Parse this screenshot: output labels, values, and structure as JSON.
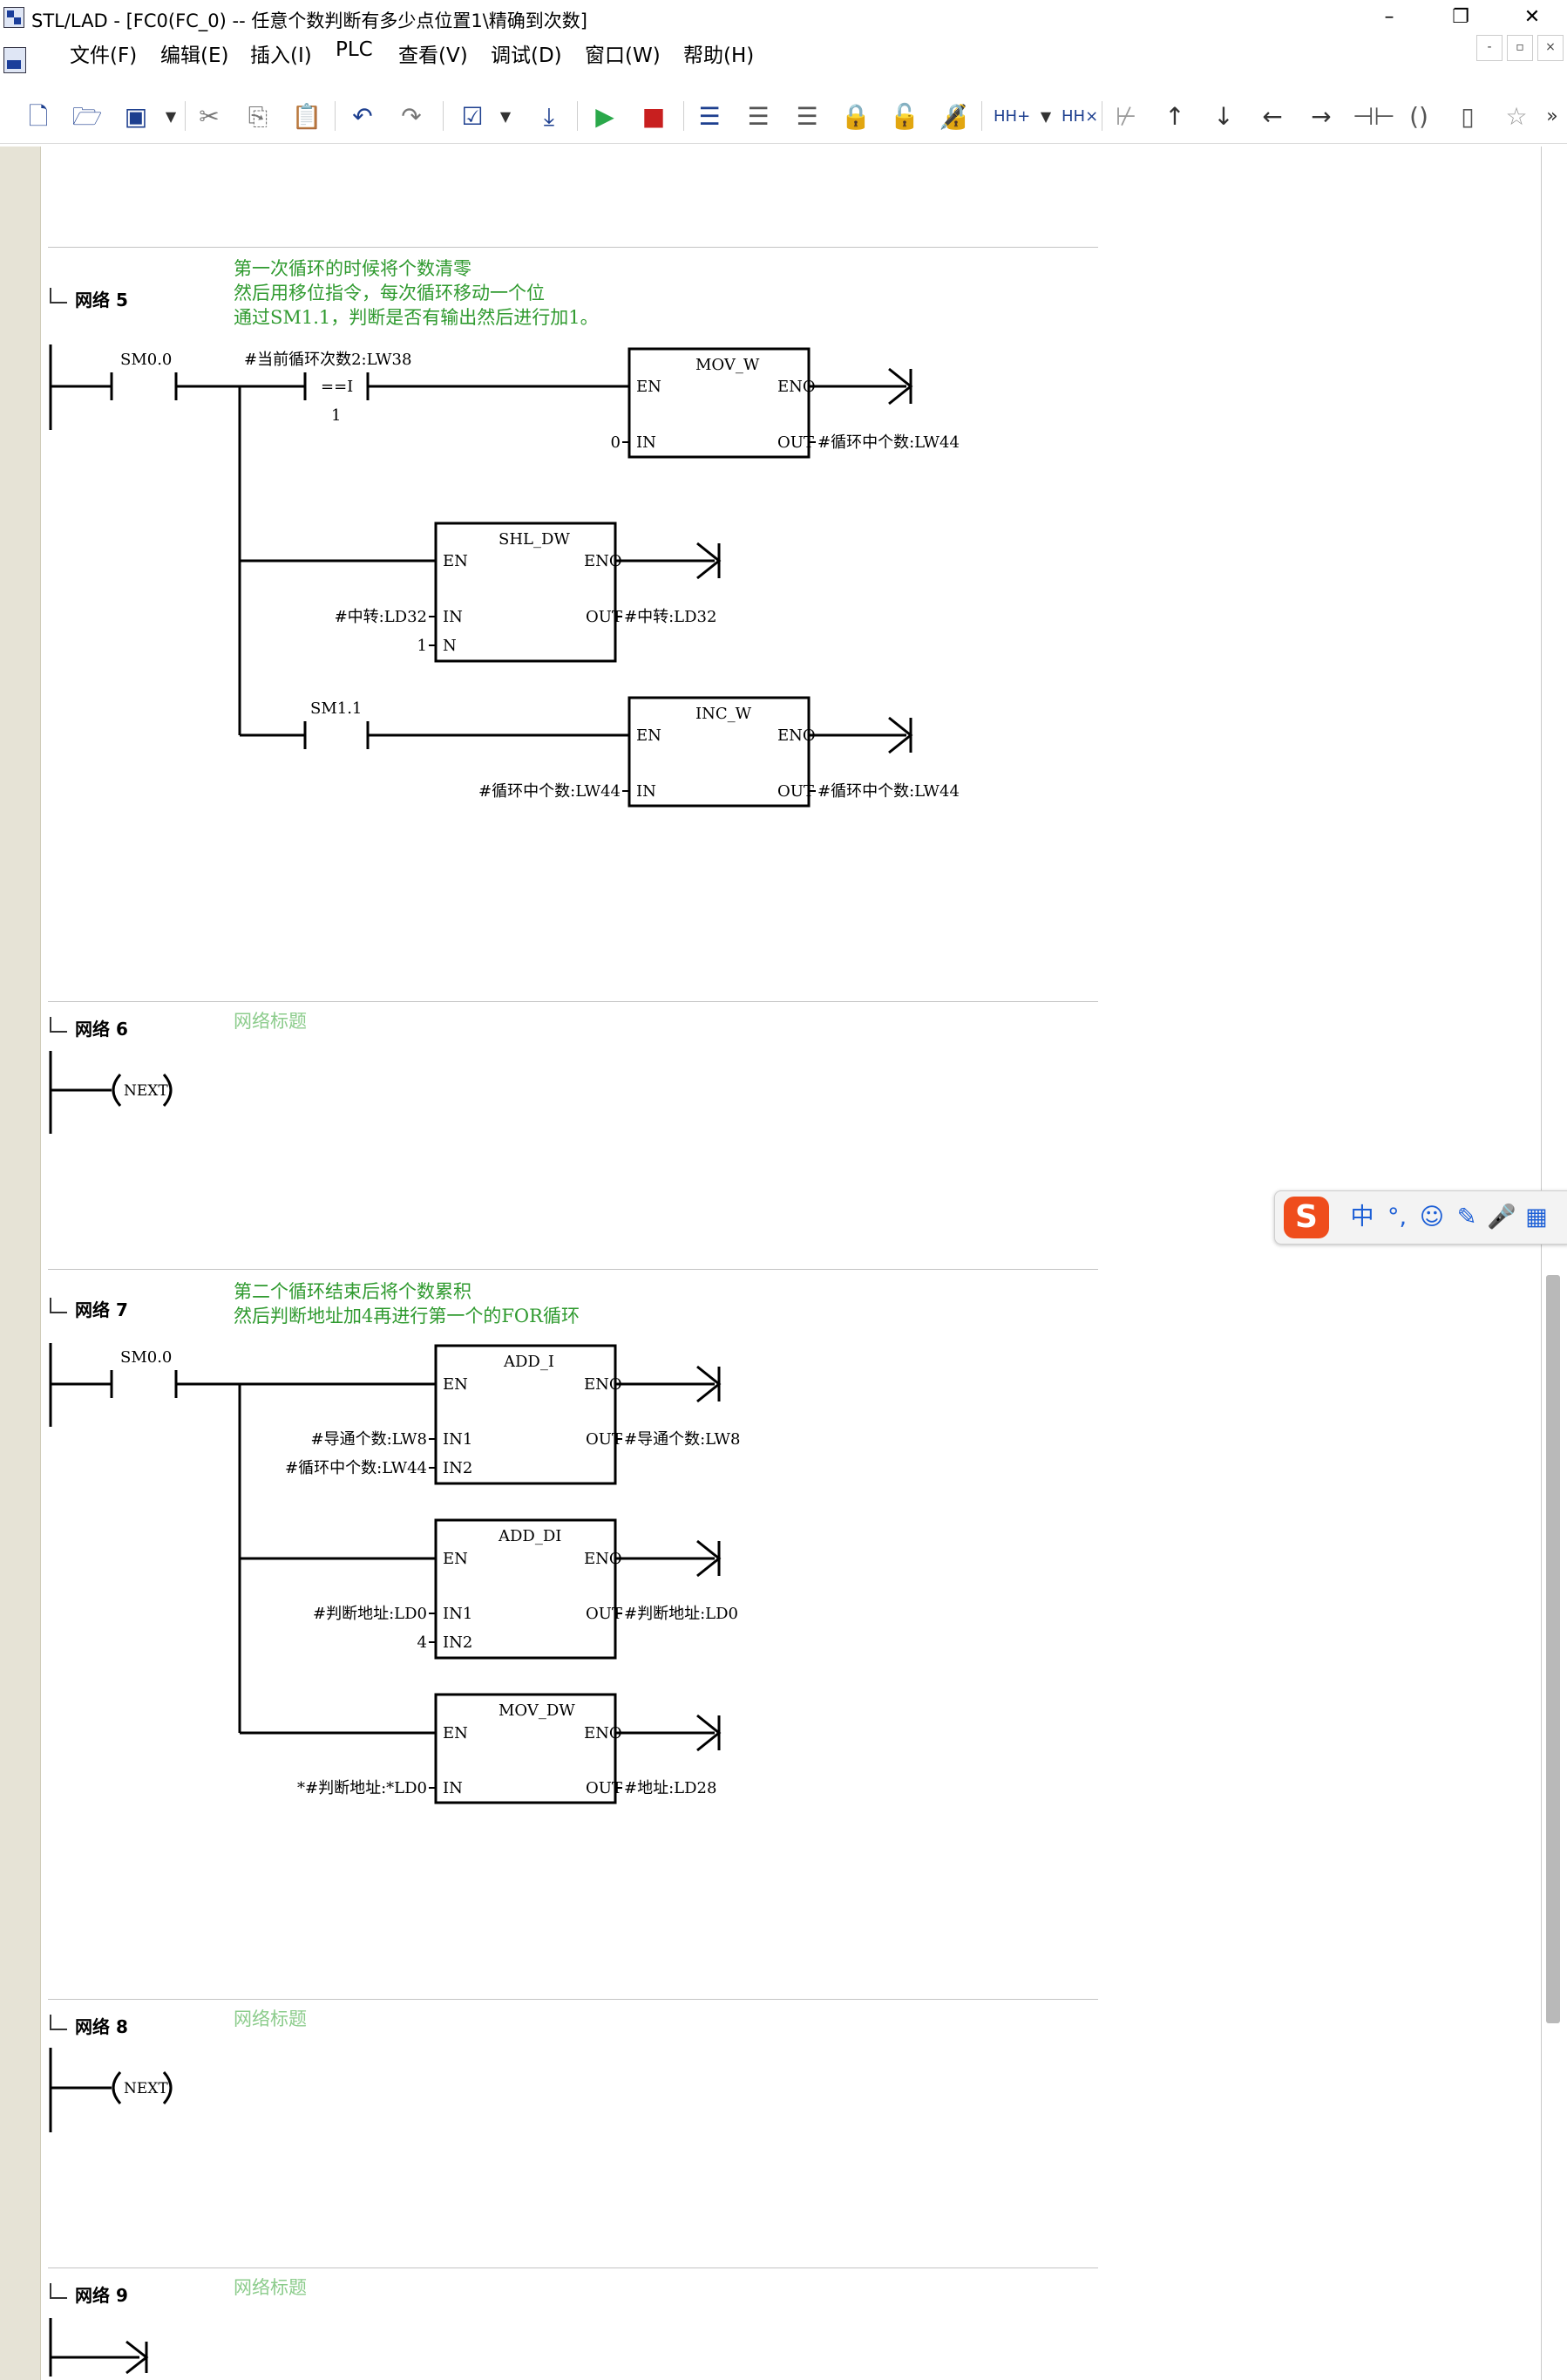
{
  "window": {
    "title": "STL/LAD - [FC0(FC_0) -- 任意个数判断有多少点位置1\\精确到次数]",
    "controls": {
      "minimize": "–",
      "restore": "❐",
      "close": "✕"
    }
  },
  "menu": {
    "items": [
      "文件(F)",
      "编辑(E)",
      "插入(I)",
      "PLC",
      "查看(V)",
      "调试(D)",
      "窗口(W)",
      "帮助(H)"
    ],
    "mdi_controls": {
      "minimize": "-",
      "restore": "▫",
      "close": "×"
    }
  },
  "toolbar": {
    "icons": [
      "new-file-icon",
      "open-folder-icon",
      "save-icon",
      "dropdown-icon",
      "cut-icon",
      "copy-icon",
      "paste-icon",
      "undo-icon",
      "redo-icon",
      "check-icon",
      "dropdown-icon",
      "download-icon",
      "run-icon",
      "stop-icon",
      "network-insert-icon",
      "network-append-icon",
      "network-delete-icon",
      "lock-icon",
      "unlock-icon",
      "protect-icon",
      "contact-insert-icon",
      "dropdown-icon",
      "contact-delete-icon",
      "negate-icon",
      "up-wire-icon",
      "down-wire-icon",
      "left-wire-icon",
      "right-wire-icon",
      "contact-icon",
      "coil-icon",
      "box-icon",
      "favorite-icon",
      "more-icon"
    ]
  },
  "ime": {
    "logo": "S",
    "items": [
      "中",
      "°,",
      "☺",
      "✎",
      "🎤",
      "▦"
    ]
  },
  "networks": {
    "n5": {
      "label": "网络 5",
      "comment": [
        "第一次循环的时候将个数清零",
        "然后用移位指令，每次循环移动一个位",
        "通过SM1.1，判断是否有输出然后进行加1。"
      ],
      "contact1": "SM0.0",
      "compare_operand": "#当前循环次数2:LW38",
      "compare_op": "==I",
      "compare_value": "1",
      "box1": {
        "name": "MOV_W",
        "en": "EN",
        "eno": "ENO",
        "in_label": "IN",
        "out_label": "OUT",
        "in_value": "0",
        "out_value": "#循环中个数:LW44"
      },
      "box2": {
        "name": "SHL_DW",
        "en": "EN",
        "eno": "ENO",
        "in_label": "IN",
        "n_label": "N",
        "out_label": "OUT",
        "in_value": "#中转:LD32",
        "n_value": "1",
        "out_value": "#中转:LD32"
      },
      "contact2": "SM1.1",
      "box3": {
        "name": "INC_W",
        "en": "EN",
        "eno": "ENO",
        "in_label": "IN",
        "out_label": "OUT",
        "in_value": "#循环中个数:LW44",
        "out_value": "#循环中个数:LW44"
      }
    },
    "n6": {
      "label": "网络 6",
      "comment": "网络标题",
      "coil": "NEXT"
    },
    "n7": {
      "label": "网络 7",
      "comment": [
        "第二个循环结束后将个数累积",
        "然后判断地址加4再进行第一个的FOR循环"
      ],
      "contact1": "SM0.0",
      "box1": {
        "name": "ADD_I",
        "en": "EN",
        "eno": "ENO",
        "in1_label": "IN1",
        "in2_label": "IN2",
        "out_label": "OUT",
        "in1_value": "#导通个数:LW8",
        "in2_value": "#循环中个数:LW44",
        "out_value": "#导通个数:LW8"
      },
      "box2": {
        "name": "ADD_DI",
        "en": "EN",
        "eno": "ENO",
        "in1_label": "IN1",
        "in2_label": "IN2",
        "out_label": "OUT",
        "in1_value": "#判断地址:LD0",
        "in2_value": "4",
        "out_value": "#判断地址:LD0"
      },
      "box3": {
        "name": "MOV_DW",
        "en": "EN",
        "eno": "ENO",
        "in_label": "IN",
        "out_label": "OUT",
        "in_value": "*#判断地址:*LD0",
        "out_value": "#地址:LD28"
      }
    },
    "n8": {
      "label": "网络 8",
      "comment": "网络标题",
      "coil": "NEXT"
    },
    "n9": {
      "label": "网络 9",
      "comment": "网络标题"
    }
  }
}
